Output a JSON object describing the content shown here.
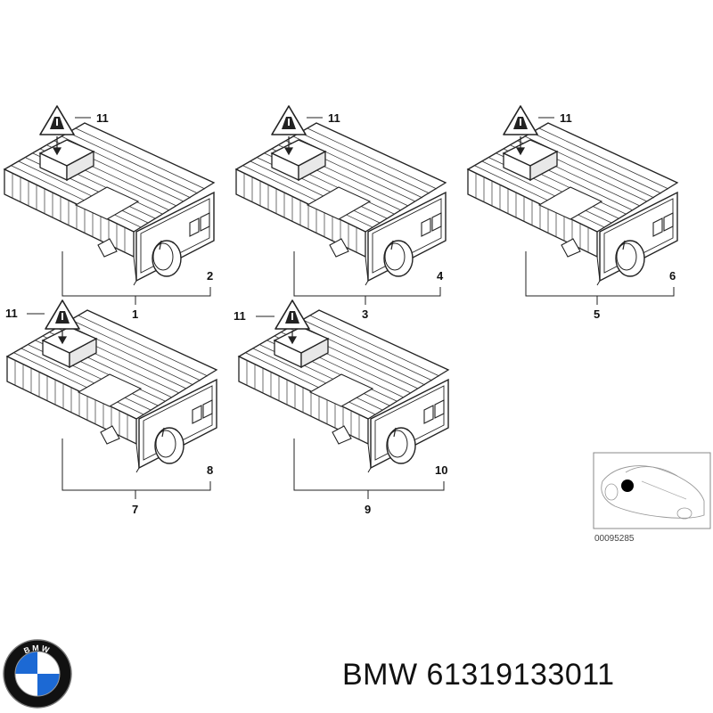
{
  "callouts": {
    "unit_1": "1",
    "unit_2": "2",
    "unit_3": "3",
    "unit_4": "4",
    "unit_5": "5",
    "unit_6": "6",
    "unit_7": "7",
    "unit_8": "8",
    "unit_9": "9",
    "unit_10": "10",
    "warning_11": "11"
  },
  "locator": {
    "ref_number": "00095285"
  },
  "caption": {
    "brand": "BMW",
    "part_number": "61319133011"
  },
  "logo": {
    "letters": "BMW"
  },
  "colors": {
    "line": "#222222",
    "logo_blue": "#1c69d4",
    "logo_ring": "#111111"
  }
}
